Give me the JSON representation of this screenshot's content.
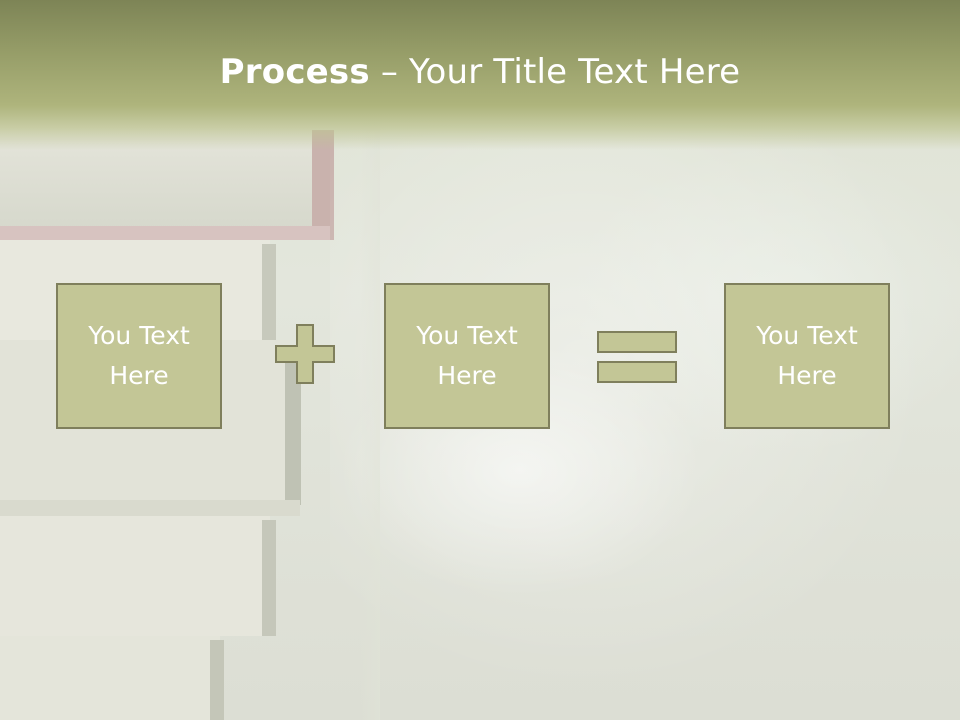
{
  "slide": {
    "title_bold": "Process",
    "title_separator": " – ",
    "title_rest": "Your Title Text Here",
    "boxes": [
      {
        "text": "You Text\nHere"
      },
      {
        "text": "You Text\nHere"
      },
      {
        "text": "You Text\nHere"
      }
    ],
    "operators": [
      "plus-icon",
      "equals-icon"
    ]
  },
  "colors": {
    "header": "#969d68",
    "box_fill": "#c3c696",
    "box_border": "#7f7f5c",
    "text": "#ffffff"
  }
}
